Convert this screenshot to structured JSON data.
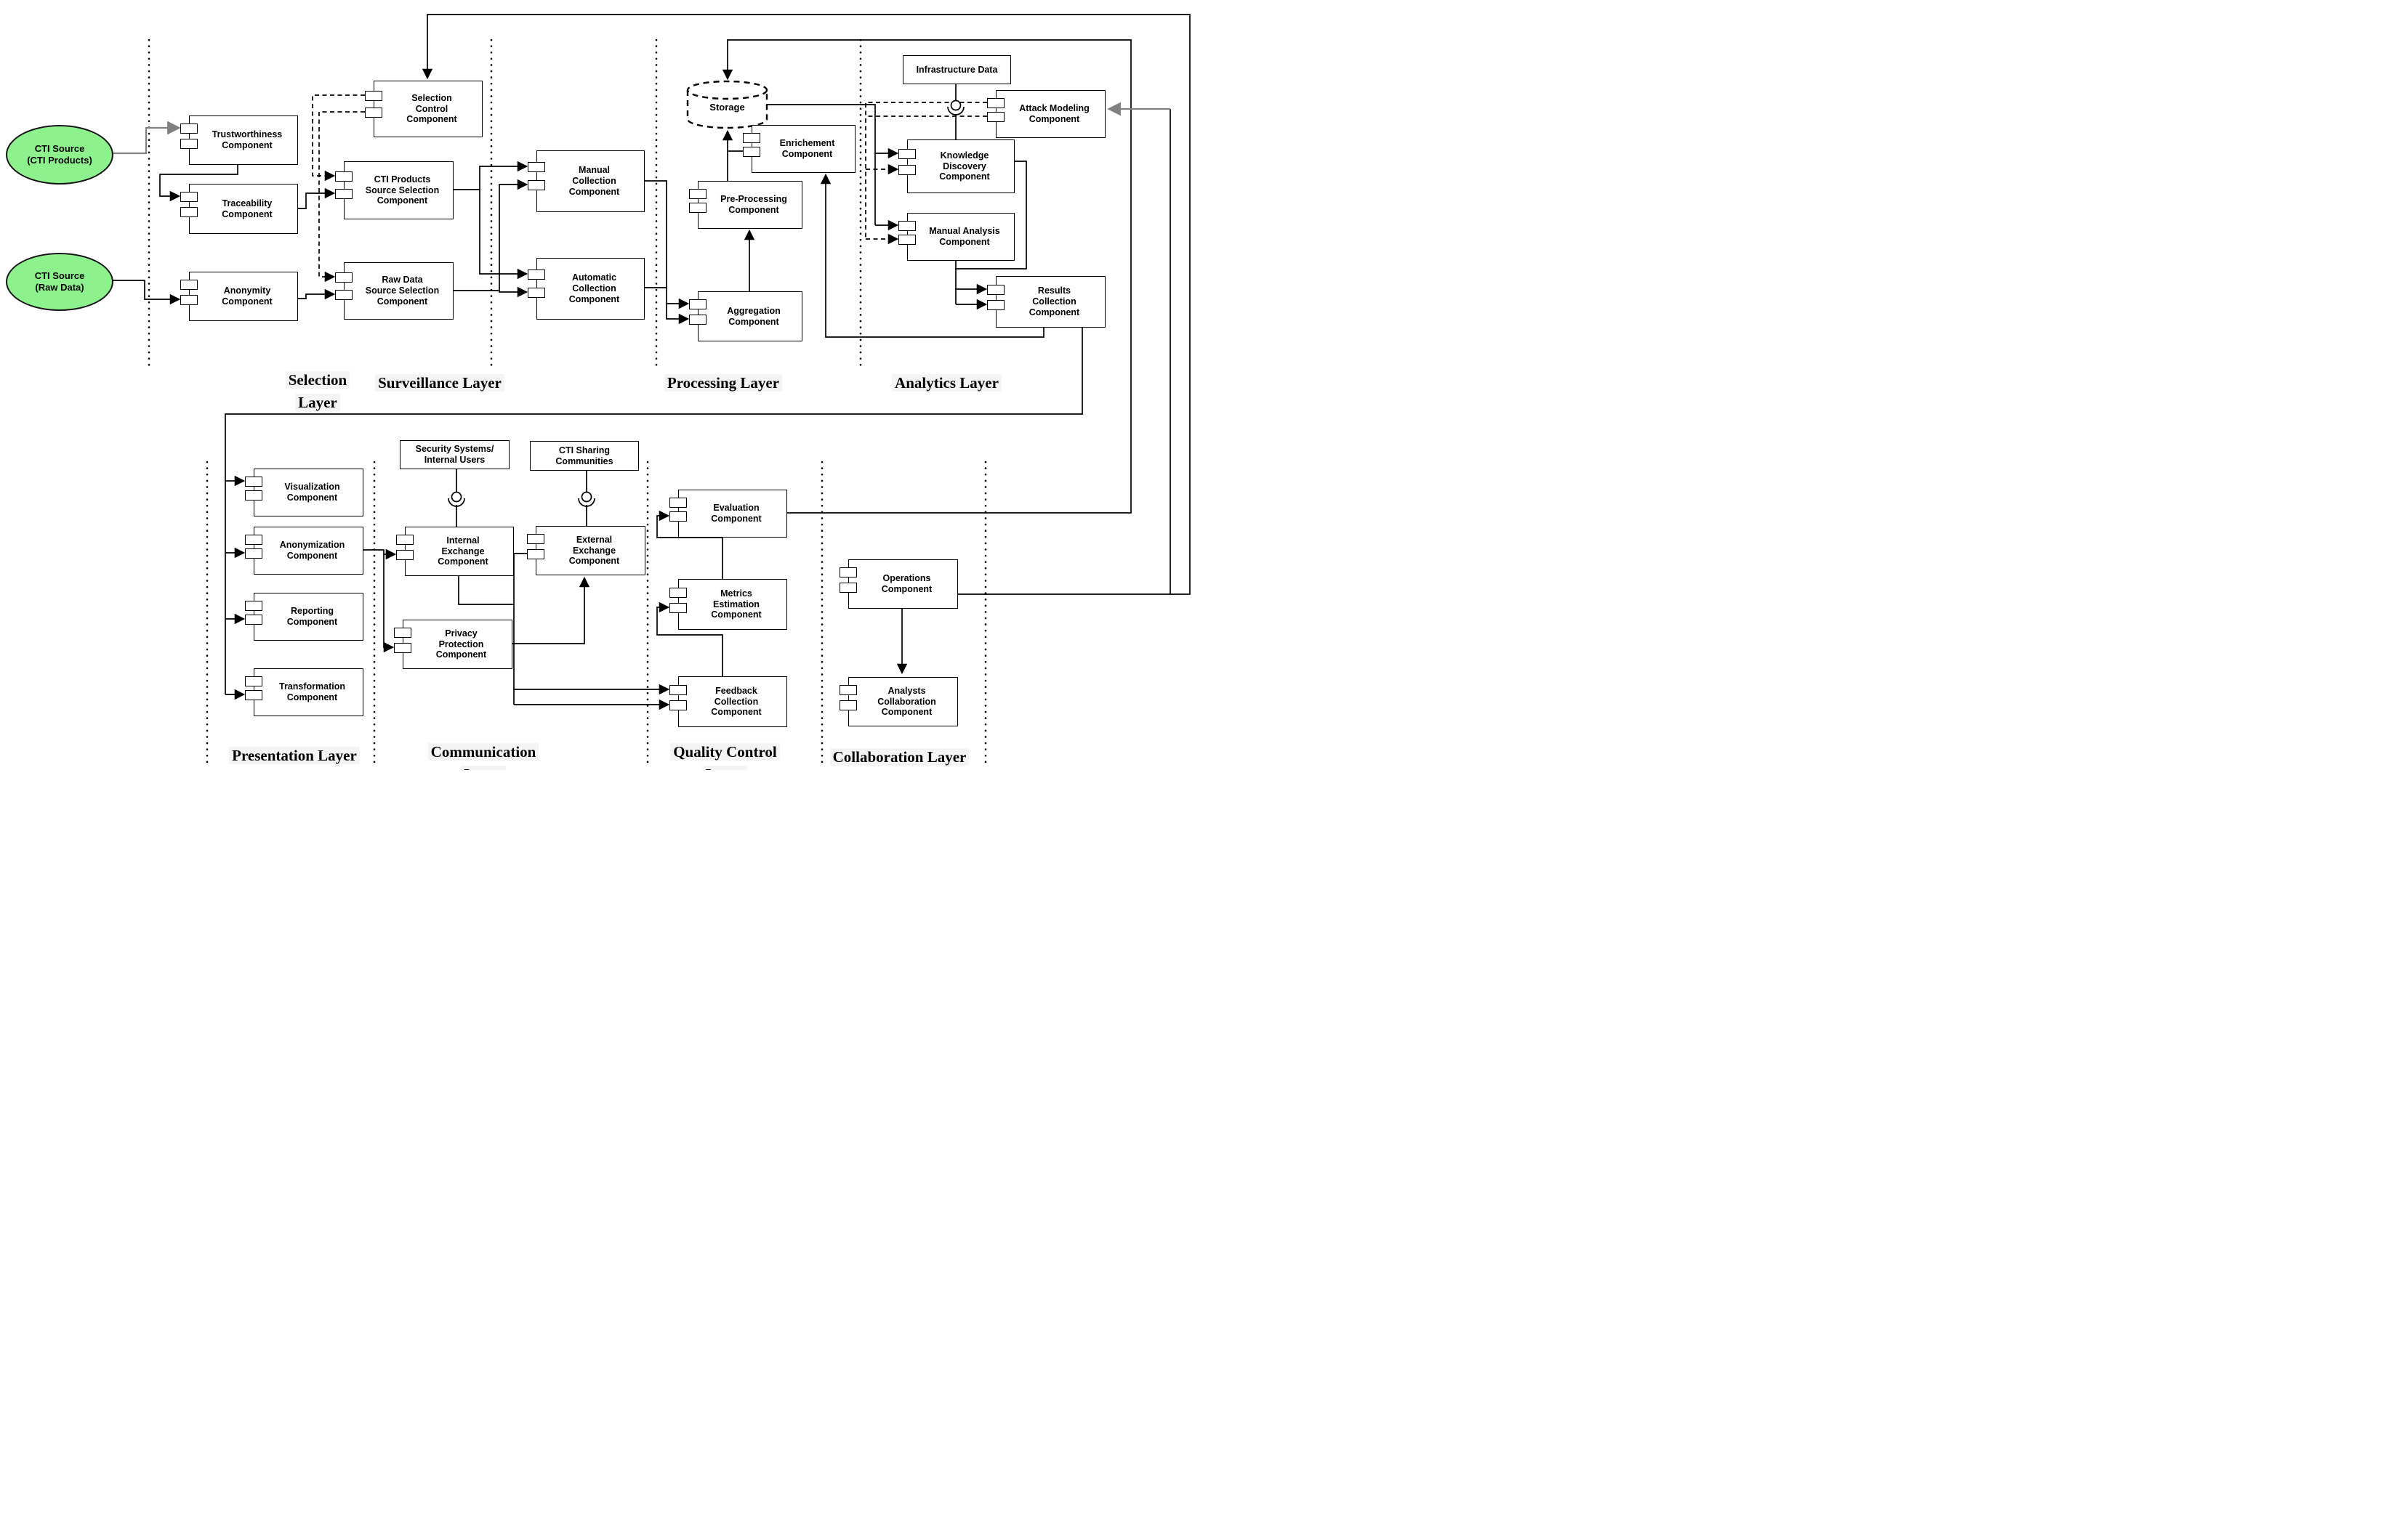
{
  "colors": {
    "source_fill": "#8df28d",
    "line": "#000000",
    "gray_line": "#808080",
    "label_background": "#f4f4f4",
    "component_fill": "#ffffff"
  },
  "sources": {
    "cti_products": {
      "label": "CTI Source\n(CTI Products)"
    },
    "raw_data": {
      "label": "CTI Source\n(Raw Data)"
    }
  },
  "storage": {
    "label": "Storage"
  },
  "info_boxes": {
    "infrastructure_data": {
      "label": "Infrastructure Data"
    },
    "security_systems": {
      "label": "Security Systems/\nInternal Users"
    },
    "cti_sharing": {
      "label": "CTI Sharing\nCommunities"
    }
  },
  "layers": {
    "selection": {
      "label": "Selection\nLayer"
    },
    "surveillance": {
      "label": "Surveillance Layer"
    },
    "processing": {
      "label": "Processing Layer"
    },
    "analytics": {
      "label": "Analytics Layer"
    },
    "presentation": {
      "label": "Presentation Layer"
    },
    "communication": {
      "label": "Communication\nLayer"
    },
    "quality_control": {
      "label": "Quality Control\nLayer"
    },
    "collaboration": {
      "label": "Collaboration Layer"
    }
  },
  "components": {
    "trustworthiness": {
      "label": "Trustworthiness\nComponent"
    },
    "traceability": {
      "label": "Traceability\nComponent"
    },
    "anonymity": {
      "label": "Anonymity\nComponent"
    },
    "selection_control": {
      "label": "Selection\nControl\nComponent"
    },
    "cti_products_source_selection": {
      "label": "CTI Products\nSource Selection\nComponent"
    },
    "raw_data_source_selection": {
      "label": "Raw Data\nSource Selection\nComponent"
    },
    "manual_collection": {
      "label": "Manual\nCollection\nComponent"
    },
    "automatic_collection": {
      "label": "Automatic\nCollection\nComponent"
    },
    "enrichement": {
      "label": "Enrichement\nComponent"
    },
    "pre_processing": {
      "label": "Pre-Processing\nComponent"
    },
    "aggregation": {
      "label": "Aggregation\nComponent"
    },
    "attack_modeling": {
      "label": "Attack Modeling\nComponent"
    },
    "knowledge_discovery": {
      "label": "Knowledge\nDiscovery\nComponent"
    },
    "manual_analysis": {
      "label": "Manual Analysis\nComponent"
    },
    "results_collection": {
      "label": "Results\nCollection\nComponent"
    },
    "visualization": {
      "label": "Visualization\nComponent"
    },
    "anonymization": {
      "label": "Anonymization\nComponent"
    },
    "reporting": {
      "label": "Reporting\nComponent"
    },
    "transformation": {
      "label": "Transformation\nComponent"
    },
    "internal_exchange": {
      "label": "Internal\nExchange\nComponent"
    },
    "privacy_protection": {
      "label": "Privacy\nProtection\nComponent"
    },
    "external_exchange": {
      "label": "External\nExchange\nComponent"
    },
    "evaluation": {
      "label": "Evaluation\nComponent"
    },
    "metrics_estimation": {
      "label": "Metrics\nEstimation\nComponent"
    },
    "feedback_collection": {
      "label": "Feedback\nCollection\nComponent"
    },
    "operations": {
      "label": "Operations\nComponent"
    },
    "analysts_collaboration": {
      "label": "Analysts\nCollaboration\nComponent"
    }
  }
}
